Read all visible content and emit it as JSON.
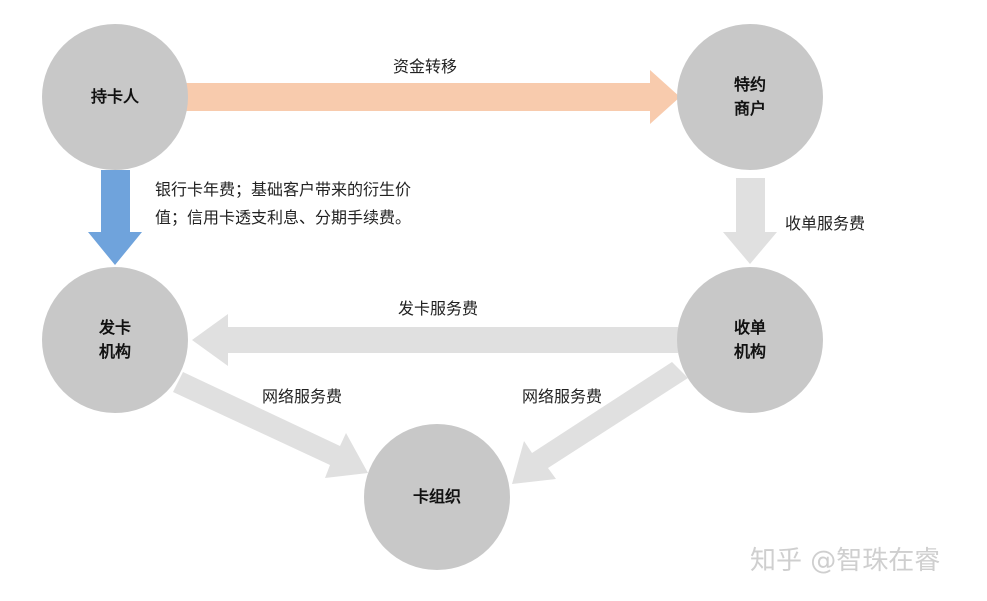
{
  "nodes": {
    "cardholder": "持卡人",
    "merchant": "特约\n商户",
    "issuer": "发卡\n机构",
    "acquirer": "收单\n机构",
    "card_org": "卡组织"
  },
  "edges": {
    "fund_transfer": "资金转移",
    "acquiring_fee": "收单服务费",
    "issuing_fee": "发卡服务费",
    "network_fee_left": "网络服务费",
    "network_fee_right": "网络服务费",
    "issuer_income_line1": "银行卡年费；基础客户带来的衍生价",
    "issuer_income_line2": "值；信用卡透支利息、分期手续费。"
  },
  "watermark": "知乎 @智珠在睿",
  "colors": {
    "node": "#c8c8c8",
    "orange": "#f8cbad",
    "blue": "#6fa3dc",
    "grey_arrow": "#e0e0e0"
  }
}
